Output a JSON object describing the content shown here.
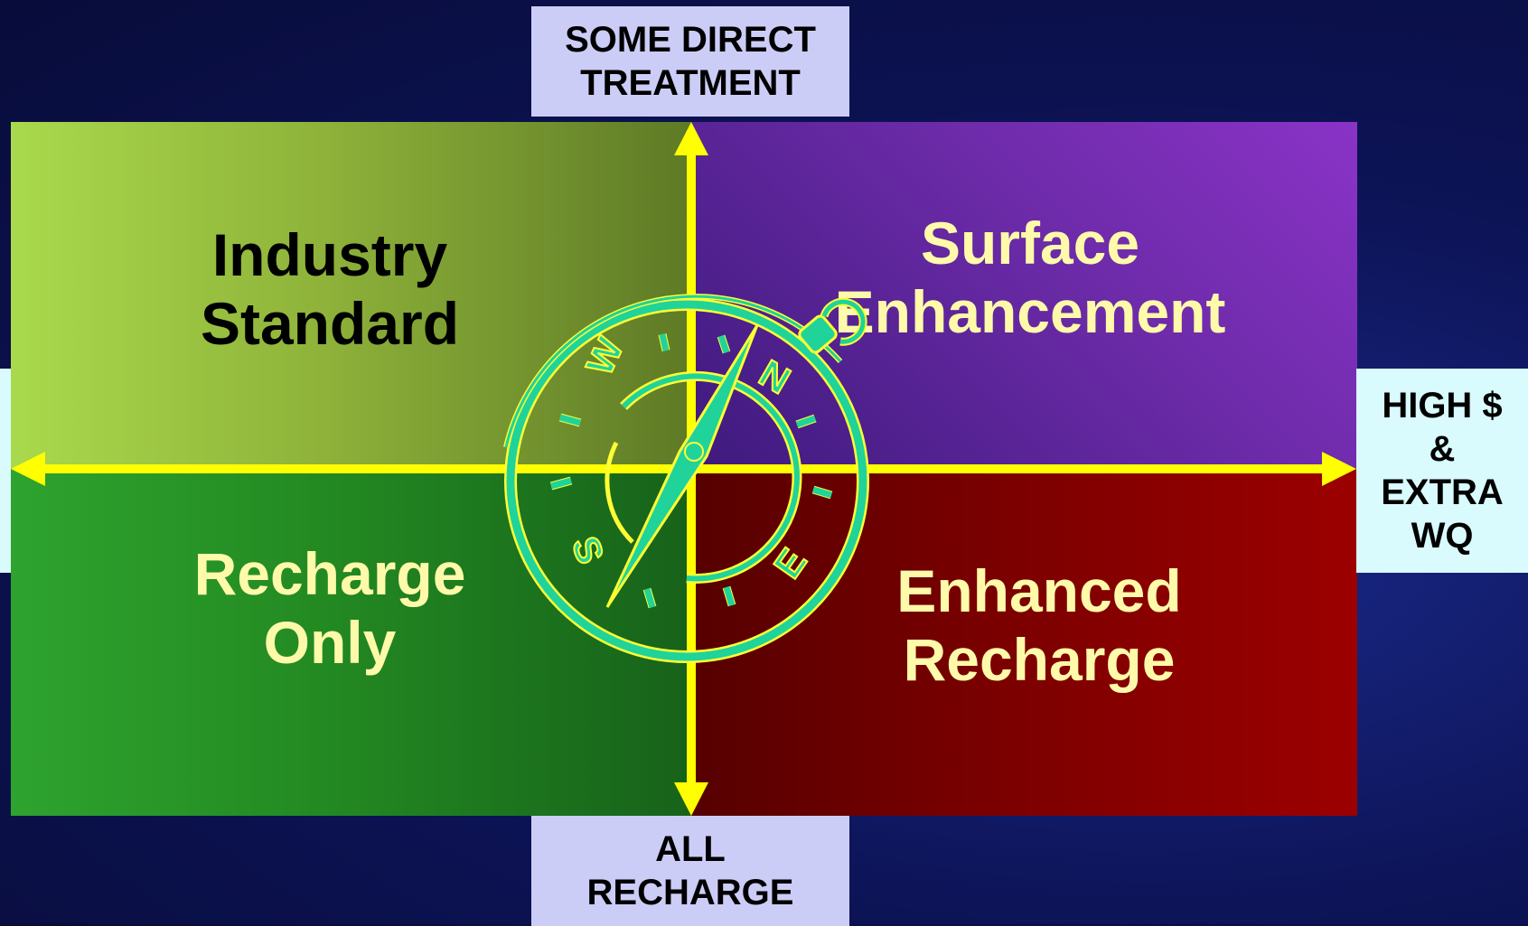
{
  "axis_labels": {
    "top": [
      "SOME DIRECT",
      "TREATMENT"
    ],
    "bottom": [
      "ALL",
      "RECHARGE"
    ],
    "right": [
      "HIGH $",
      "&",
      "EXTRA",
      "WQ"
    ]
  },
  "quadrants": {
    "top_left": [
      "Industry",
      "Standard"
    ],
    "top_right": [
      "Surface",
      "Enhancement"
    ],
    "bottom_left": [
      "Recharge",
      "Only"
    ],
    "bottom_right": [
      "Enhanced",
      "Recharge"
    ]
  },
  "compass_letters": {
    "north": "N",
    "east": "E",
    "south": "S",
    "west": "W"
  },
  "colors": {
    "axis": "#ffff00",
    "compass_fill": "#1fd39a",
    "compass_outline": "#ffff33",
    "top_left": "#a9d94c",
    "top_right": "#7a2fb5",
    "bottom_left": "#2ea32e",
    "bottom_right": "#9c0000"
  }
}
